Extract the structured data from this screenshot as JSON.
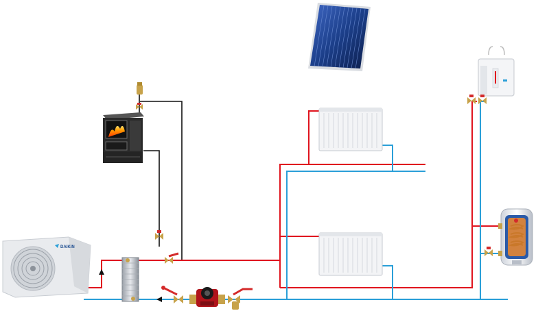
{
  "diagram": {
    "components": [
      {
        "id": "solar-collector",
        "kind": "solar panel"
      },
      {
        "id": "wood-stove",
        "kind": "solid fuel stove"
      },
      {
        "id": "expansion-tank",
        "kind": "open expansion vessel"
      },
      {
        "id": "radiator-upper",
        "kind": "panel radiator"
      },
      {
        "id": "radiator-lower",
        "kind": "panel radiator"
      },
      {
        "id": "heat-pump",
        "kind": "outdoor unit"
      },
      {
        "id": "plate-heat-exchanger",
        "kind": "heat exchanger"
      },
      {
        "id": "circulation-pump",
        "kind": "pump"
      },
      {
        "id": "boiler-tank",
        "kind": "hot water cylinder"
      }
    ],
    "heat_pump_brand": "DAIKIN",
    "colors": {
      "supply_pipe": "#e0141e",
      "return_pipe": "#2a9fd8",
      "stove_pipe": "#111111",
      "valve_handle": "#d42a2a",
      "brass": "#c7a24a",
      "collector": "#1c3f8a"
    }
  }
}
